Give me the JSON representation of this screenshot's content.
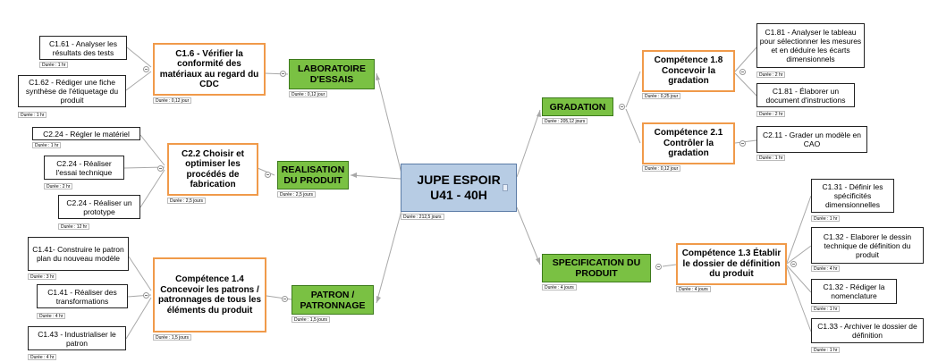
{
  "central": {
    "title": "JUPE ESPOIR\nU41 - 40H",
    "duration": "Durée : 212,5 jours"
  },
  "branches": {
    "laboratoire": {
      "label": "LABORATOIRE D'ESSAIS",
      "duration": "Durée : 0,12 jour"
    },
    "realisation": {
      "label": "REALISATION DU PRODUIT",
      "duration": "Durée : 2,5 jours"
    },
    "patron": {
      "label": "PATRON / PATRONNAGE",
      "duration": "Durée : 1,5 jours"
    },
    "gradation": {
      "label": "GRADATION",
      "duration": "Durée : 205,12 jours"
    },
    "specification": {
      "label": "SPECIFICATION DU PRODUIT",
      "duration": "Durée : 4 jours"
    }
  },
  "competences": {
    "c16": {
      "label": "C1.6 - Vérifier la conformité des matériaux au regard du CDC",
      "duration": "Durée : 0,12 jour"
    },
    "c22": {
      "label": "C2.2 Choisir et optimiser les procédés de fabrication",
      "duration": "Durée : 2,5 jours"
    },
    "c14": {
      "label": "Compétence 1.4 Concevoir les patrons / patronnages de tous les éléments du produit",
      "duration": "Durée : 1,5 jours"
    },
    "c18": {
      "label": "Compétence 1.8 Concevoir la gradation",
      "duration": "Durée : 0,25 jour"
    },
    "c21": {
      "label": "Compétence 2.1 Contrôler la gradation",
      "duration": "Durée : 0,12 jour"
    },
    "c13": {
      "label": "Compétence 1.3 Établir le dossier de définition du produit",
      "duration": "Durée : 4 jours"
    }
  },
  "tasks": {
    "t161": {
      "label": "C1.61 - Analyser les résultats des tests",
      "duration": "Durée : 1 hr"
    },
    "t162": {
      "label": "C1.62 - Rédiger une fiche synthèse de l'étiquetage du produit",
      "duration": "Durée : 1 hr"
    },
    "t224a": {
      "label": "C2.24 - Régler le matériel",
      "duration": "Durée : 1 hr"
    },
    "t224b": {
      "label": "C2.24 - Réaliser l'essai technique",
      "duration": "Durée : 2 hr"
    },
    "t224c": {
      "label": "C2.24 - Réaliser un prototype",
      "duration": "Durée : 12 hr"
    },
    "t141a": {
      "label": "C1.41- Construire le patron plan du nouveau modèle",
      "duration": "Durée : 3 hr"
    },
    "t141b": {
      "label": "C1.41 - Réaliser des transformations",
      "duration": "Durée : 4 hr"
    },
    "t143": {
      "label": "C1.43 - Industrialiser le patron",
      "duration": "Durée : 4 hr"
    },
    "t181a": {
      "label": "C1.81 - Analyser le tableau pour sélectionner les mesures et en déduire les écarts dimensionnels",
      "duration": "Durée : 2 hr"
    },
    "t181b": {
      "label": "C1.81 - Élaborer un document d'instructions",
      "duration": "Durée : 2 hr"
    },
    "t211": {
      "label": "C2.11 - Grader un modèle en CAO",
      "duration": "Durée : 1 hr"
    },
    "t131": {
      "label": "C1.31 - Définir les spécificités dimensionnelles",
      "duration": "Durée : 1 hr"
    },
    "t132a": {
      "label": "C1.32 - Elaborer le dessin technique de définition du produit",
      "duration": "Durée : 4 hr"
    },
    "t132b": {
      "label": "C1.32 - Rédiger la nomenclature",
      "duration": "Durée : 1 hr"
    },
    "t133": {
      "label": "C1.33 - Archiver le dossier de définition",
      "duration": "Durée : 1 hr"
    }
  },
  "colors": {
    "central_fill": "#b7cce4",
    "branch_fill": "#7ac143",
    "competence_border": "#f09a4a",
    "task_border": "#222222",
    "connector": "#a8a8a8"
  }
}
